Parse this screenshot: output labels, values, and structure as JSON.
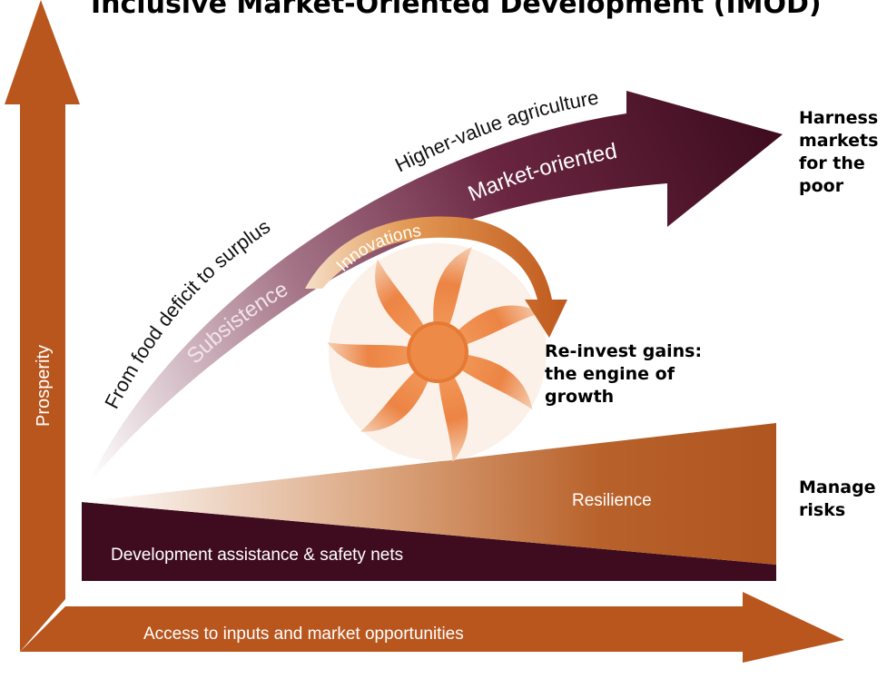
{
  "title": "Inclusive Market-Oriented Development (IMOD)",
  "axes": {
    "y_label": "Prosperity",
    "x_label": "Access to inputs and market opportunities"
  },
  "main_arrow": {
    "outer_text_lower": "From food deficit to surplus",
    "outer_text_upper": "Higher-value agriculture",
    "inner_text_lower": "Subsistence",
    "inner_text_upper": "Market-oriented"
  },
  "engine": {
    "arrow_label": "Innovations",
    "caption_lines": [
      "Re-invest gains:",
      "the engine of",
      "growth"
    ]
  },
  "wedges": {
    "upper_label": "Resilience",
    "lower_label": "Development assistance & safety nets"
  },
  "side_labels": {
    "markets_lines": [
      "Harness",
      "markets",
      "for the",
      "poor"
    ],
    "risks_lines": [
      "Manage",
      "risks"
    ]
  },
  "colors": {
    "axis_orange": "#b8561e",
    "maroon": "#3e0c1e",
    "fan_orange": "#e8803e",
    "resilience_orange": "#b8612a"
  }
}
